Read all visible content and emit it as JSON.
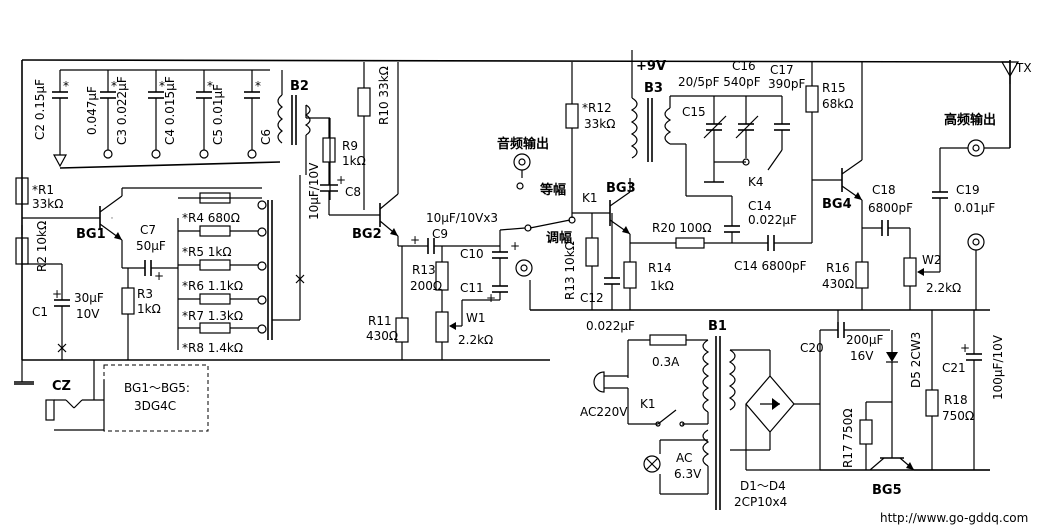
{
  "diagram": {
    "labels": {
      "C2": "C2  0.15μF",
      "C3": "C3  0.022μF",
      "C3b": "0.047μF",
      "C4": "C4  0.015μF",
      "C5": "C5  0.01μF",
      "C6": "C6",
      "B2": "B2",
      "R10": "R10  33kΩ",
      "R9": "R9",
      "R9v": "1kΩ",
      "C8v": "10μF/10V",
      "C8": "C8",
      "R1": "*R1",
      "R1v": "33kΩ",
      "BG1": "BG1",
      "R2": "R2  10kΩ",
      "C7": "C7",
      "C7v": "50μF",
      "R3": "R3",
      "R3v": "1kΩ",
      "C1": "C1",
      "C1v": "30μF",
      "C1v2": "10V",
      "R4": "*R4  680Ω",
      "R5": "*R5  1kΩ",
      "R6": "*R6  1.1kΩ",
      "R7": "*R7  1.3kΩ",
      "R8": "*R8  1.4kΩ",
      "BG2": "BG2",
      "C9": "10μF/10Vx3",
      "C9n": "C9",
      "R13a": "R13",
      "R13av": "200Ω",
      "R11": "R11",
      "R11v": "430Ω",
      "C10": "C10",
      "C11": "C11",
      "W1": "W1",
      "W1v": "2.2kΩ",
      "CZ": "CZ",
      "BGall": "BG1～BG5:",
      "BGtype": "3DG4C",
      "audio_out": "音频输出",
      "equal_amp": "等幅",
      "mod_amp": "调幅",
      "K1": "K1",
      "BG3": "BG3",
      "R12": "*R12",
      "R12v": "33kΩ",
      "R13b": "R13  10kΩ",
      "C12": "C12",
      "C12v": "0.022μF",
      "R14": "R14",
      "R14v": "1kΩ",
      "R20": "R20  100Ω",
      "plus9v": "+9V",
      "B3": "B3",
      "C15": "C15",
      "C16": "C16",
      "C16v": "20/5pF  540pF",
      "C17": "C17",
      "C17v": "390pF",
      "K4": "K4",
      "C14a": "C14",
      "C14av": "0.022μF",
      "C14b": "C14  6800pF",
      "R15": "R15",
      "R15v": "68kΩ",
      "BG4": "BG4",
      "C18": "C18",
      "C18v": "6800pF",
      "C19": "C19",
      "C19v": "0.01μF",
      "TX": "TX",
      "rf_out": "高频输出",
      "R16": "R16",
      "R16v": "430Ω",
      "W2": "W2",
      "W2v": "2.2kΩ",
      "B1": "B1",
      "fuse": "0.3A",
      "AC220V": "AC220V",
      "K1b": "K1",
      "AC": "AC",
      "AC63": "6.3V",
      "D1D4": "D1～D4",
      "D1D4v": "2CP10x4",
      "C20": "C20",
      "C20v": "200μF",
      "C20v2": "16V",
      "D5": "D5  2CW3",
      "R17": "R17  750Ω",
      "R18": "R18",
      "R18v": "750Ω",
      "C21": "C21",
      "C21v": "100μF/10V",
      "BG5": "BG5",
      "url": "http://www.go-gddq.com"
    }
  }
}
